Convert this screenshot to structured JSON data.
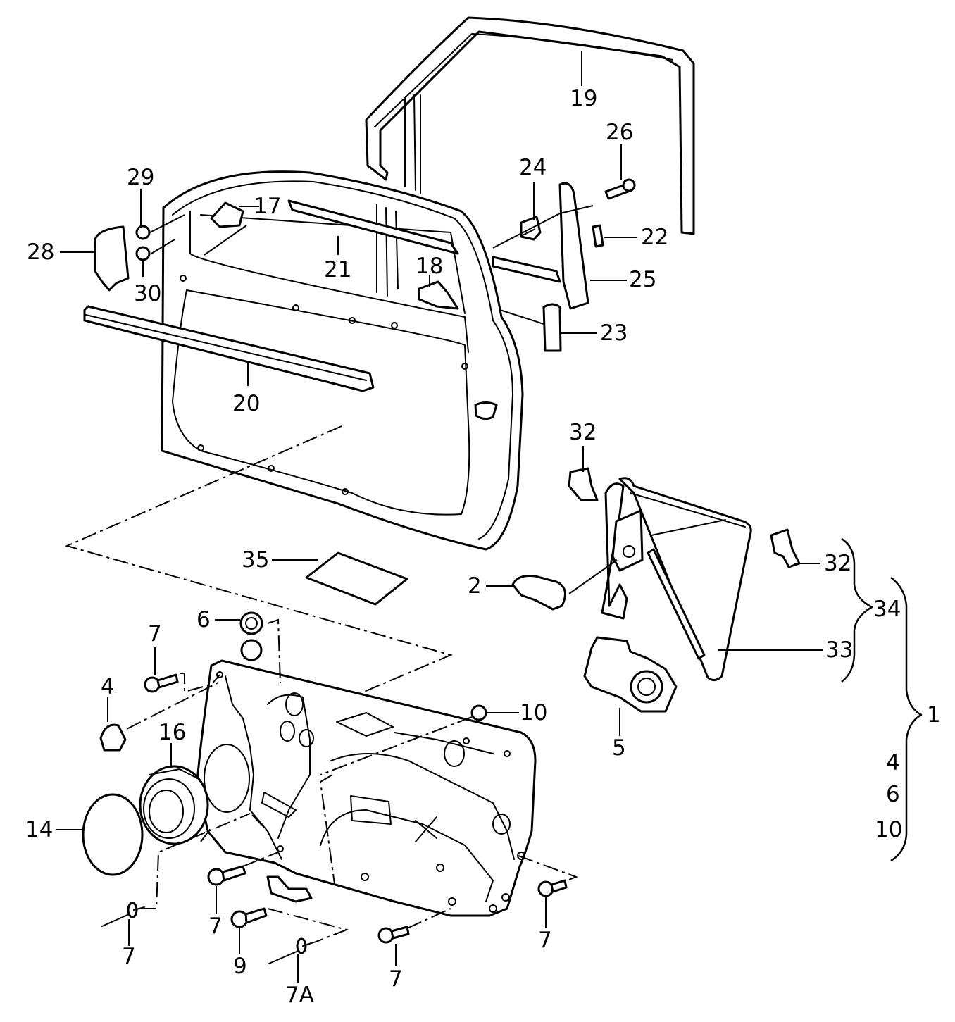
{
  "colors": {
    "line": "#000000",
    "background": "#ffffff"
  },
  "callouts": {
    "c1": "1",
    "c2": "2",
    "c4": "4",
    "c5": "5",
    "c6": "6",
    "c7": "7",
    "c7a": "7A",
    "c9": "9",
    "c10": "10",
    "c14": "14",
    "c16": "16",
    "c17": "17",
    "c18": "18",
    "c19": "19",
    "c20": "20",
    "c21": "21",
    "c22": "22",
    "c23": "23",
    "c24": "24",
    "c25": "25",
    "c26": "26",
    "c28": "28",
    "c29": "29",
    "c30": "30",
    "c32": "32",
    "c33": "33",
    "c34": "34",
    "c35": "35"
  },
  "groups": {
    "set_1_includes": [
      "4",
      "6",
      "10"
    ]
  }
}
